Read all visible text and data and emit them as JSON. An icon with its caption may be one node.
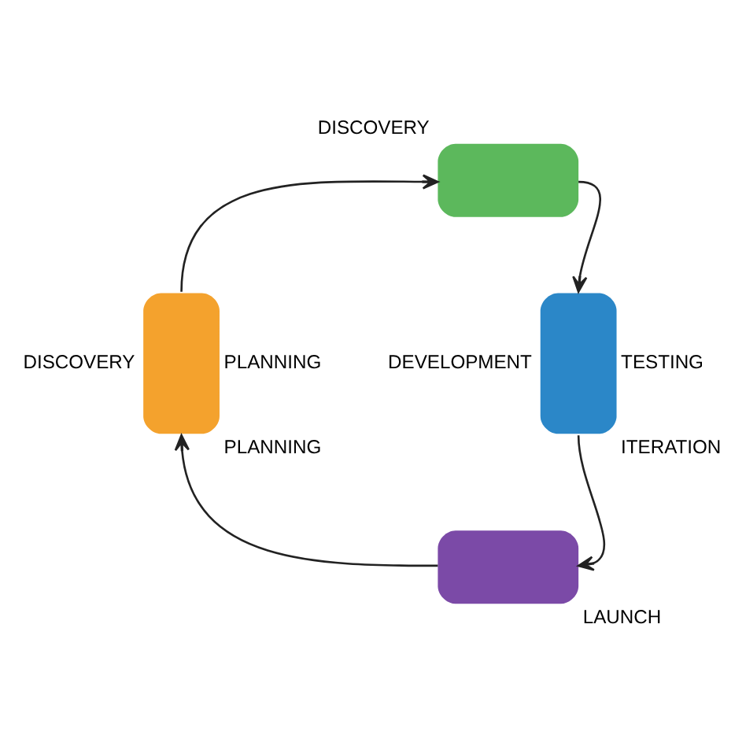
{
  "diagram": {
    "nodes": [
      {
        "text": [],
        "shape": "arc",
        "beside": [
          "DISCOVERY",
          "PLANNING",
          "PLANNING"
        ]
      },
      {
        "text": [],
        "shape": "arc",
        "beside": [
          "DISCOVERY"
        ]
      },
      {
        "text": [],
        "shape": "arc",
        "beside": [
          "DEVELOPMENT",
          "TESTING",
          "ITERATION"
        ]
      },
      {
        "text": [],
        "shape": "arc",
        "beside": [
          "LAUNCH"
        ]
      }
    ],
    "edges": [
      {
        "from": 0,
        "to": 1,
        "arrow": "to"
      },
      {
        "from": 1,
        "to": 2,
        "arrow": "to"
      },
      {
        "from": 2,
        "to": 3,
        "arrow": "to"
      },
      {
        "from": 3,
        "to": 0,
        "arrow": "to"
      }
    ]
  }
}
